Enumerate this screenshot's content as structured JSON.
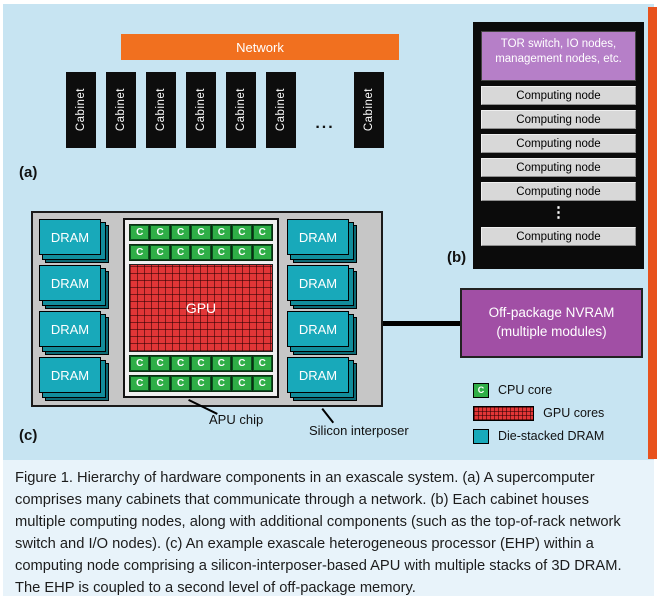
{
  "figure": {
    "panel_a": {
      "label": "(a)",
      "network_label": "Network",
      "cabinet_label": "Cabinet",
      "visible_cabinet_count": 7,
      "ellipsis": "..."
    },
    "panel_b": {
      "label": "(b)",
      "tor_box": "TOR switch, IO nodes, management nodes, etc.",
      "computing_node_label": "Computing node",
      "visible_node_count": 6,
      "ellipsis": "⋮"
    },
    "panel_c": {
      "label": "(c)",
      "dram_label": "DRAM",
      "dram_stack_count": 8,
      "gpu_label": "GPU",
      "cpu_core_letter": "C",
      "cpu_rows": 4,
      "cpu_cols": 7,
      "apu_chip_label": "APU chip",
      "interposer_label": "Silicon interposer"
    },
    "nvram": {
      "line1": "Off-package NVRAM",
      "line2": "(multiple modules)"
    },
    "legend": [
      {
        "swatch": "cpu-core-swatch",
        "label": "CPU core"
      },
      {
        "swatch": "gpu-cores-swatch",
        "label": "GPU cores"
      },
      {
        "swatch": "die-stacked-dram-swatch",
        "label": "Die-stacked DRAM"
      }
    ],
    "caption": "Figure 1. Hierarchy of hardware components in an exascale system. (a) A supercomputer comprises many cabinets that communicate through a network. (b) Each cabinet houses multiple computing nodes, along with additional components (such as the top-of-rack network switch and I/O nodes). (c) An example exascale heterogeneous processor (EHP) within a computing node comprising a silicon-interposer-based APU with multiple stacks of 3D DRAM. The EHP is coupled to a second level of off-package memory."
  },
  "colors": {
    "background_blue": "#c7e4f2",
    "caption_background": "#e8f3fa",
    "network_orange": "#f1701f",
    "accent_stripe_orange": "#e8521d",
    "cabinet_black": "#0d0d0d",
    "tor_purple": "#b67fc8",
    "node_gray": "#d8d8d8",
    "dram_teal": "#18a9ba",
    "cpu_green": "#2fae47",
    "gpu_red": "#e23637",
    "nvram_purple": "#a14fa5",
    "interposer_gray": "#c6c6c6"
  }
}
